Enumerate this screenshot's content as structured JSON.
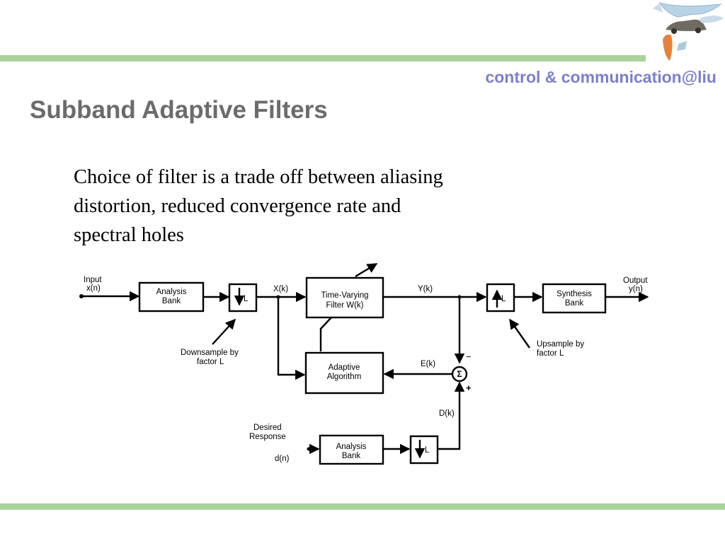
{
  "header": {
    "brand": "control & communication@liu",
    "title": "Subband Adaptive Filters"
  },
  "body": {
    "lines": [
      "Choice of filter is a trade off between aliasing",
      "distortion, reduced convergence rate and",
      "spectral holes"
    ]
  },
  "diagram": {
    "input_label": [
      "Input",
      "x(n)"
    ],
    "analysis_bank_top": [
      "Analysis",
      "Bank"
    ],
    "down_top": "L",
    "downsample_note": [
      "Downsample  by",
      "factor  L"
    ],
    "xk": "X(k)",
    "tv_filter": [
      "Time-Varying",
      "Filter    W(k)"
    ],
    "yk": "Y(k)",
    "up": "L",
    "synthesis_bank": [
      "Synthesis",
      "Bank"
    ],
    "output_label": [
      "Output",
      "y(n)"
    ],
    "upsample_note": [
      "Upsample by",
      "factor L"
    ],
    "adaptive": [
      "Adaptive",
      "Algorithm"
    ],
    "ek": "E(k)",
    "sigma": "Σ",
    "minus": "−",
    "plus": "+",
    "dk": "D(k)",
    "desired": [
      "Desired",
      "Response"
    ],
    "dn": "d(n)",
    "analysis_bank_bottom": [
      "Analysis",
      "Bank"
    ],
    "down_bottom": "L"
  }
}
